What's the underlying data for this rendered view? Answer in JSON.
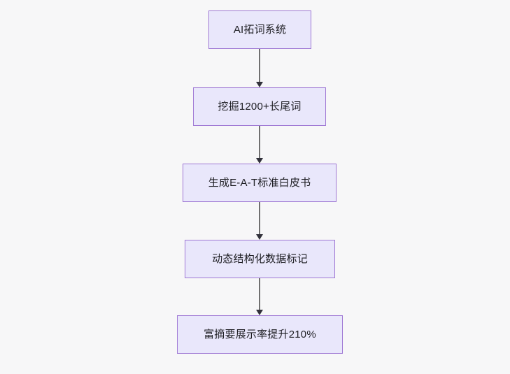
{
  "diagram": {
    "type": "flowchart",
    "orientation": "top-to-bottom",
    "background_color": "#f7f7f8",
    "node_fill_color": "#e9e7fb",
    "node_border_color": "#9f78d4",
    "node_text_color": "#1f1f24",
    "edge_line_color": "#707070",
    "edge_arrow_color": "#31313a",
    "nodes": [
      {
        "id": "node-1",
        "label": "AI拓词系统"
      },
      {
        "id": "node-2",
        "label": "挖掘1200+长尾词"
      },
      {
        "id": "node-3",
        "label": "生成E-A-T标准白皮书"
      },
      {
        "id": "node-4",
        "label": "动态结构化数据标记"
      },
      {
        "id": "node-5",
        "label": "富摘要展示率提升210%"
      }
    ],
    "edges": [
      {
        "id": "edge-1",
        "from": "node-1",
        "to": "node-2",
        "label": ""
      },
      {
        "id": "edge-2",
        "from": "node-2",
        "to": "node-3",
        "label": ""
      },
      {
        "id": "edge-3",
        "from": "node-3",
        "to": "node-4",
        "label": ""
      },
      {
        "id": "edge-4",
        "from": "node-4",
        "to": "node-5",
        "label": ""
      }
    ]
  }
}
